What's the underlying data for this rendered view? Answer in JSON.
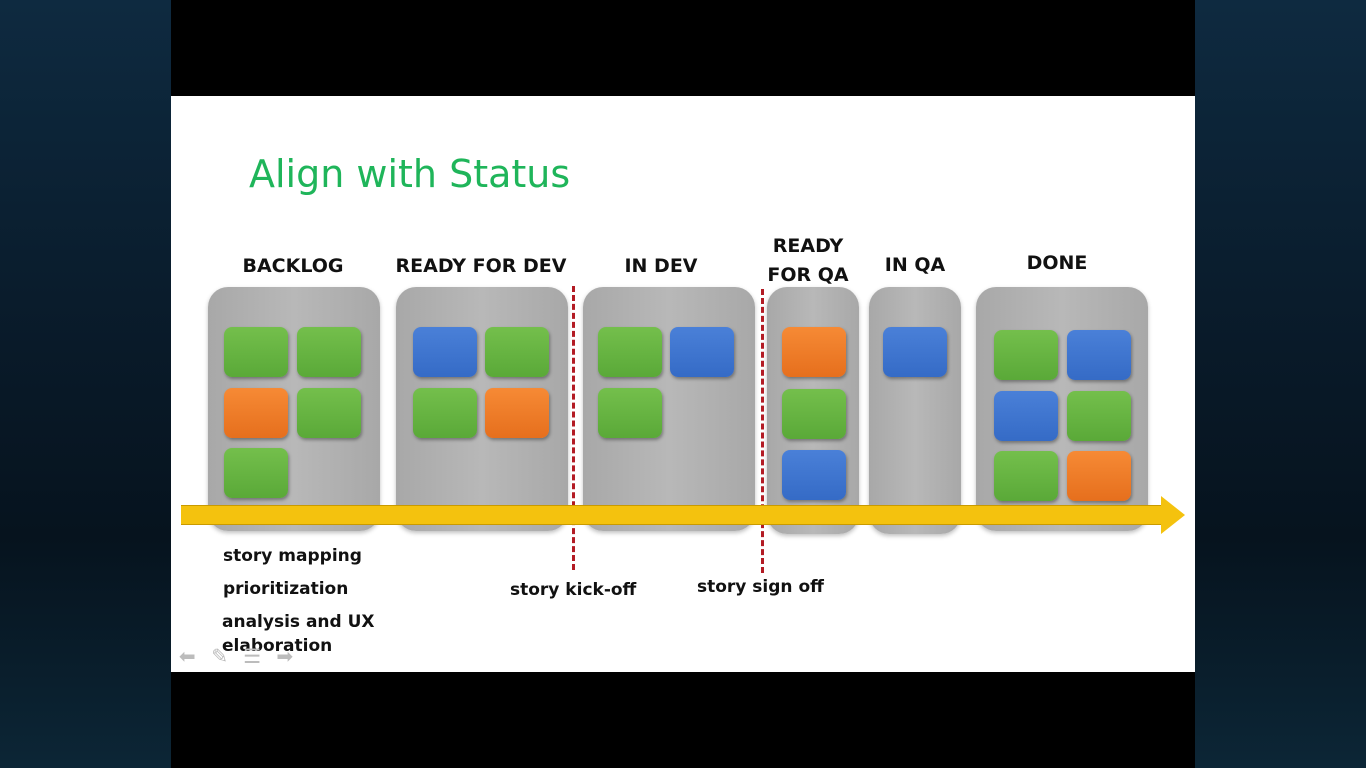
{
  "slide": {
    "title": "Align with Status"
  },
  "columns": [
    {
      "id": "backlog",
      "label_lines": [
        "BACKLOG"
      ],
      "cards": [
        "green",
        "green",
        "orange",
        "green",
        "green"
      ]
    },
    {
      "id": "ready-for-dev",
      "label_lines": [
        "READY FOR DEV"
      ],
      "cards": [
        "blue",
        "green",
        "green",
        "orange"
      ]
    },
    {
      "id": "in-dev",
      "label_lines": [
        "IN DEV"
      ],
      "cards": [
        "green",
        "blue",
        "green"
      ]
    },
    {
      "id": "ready-for-qa",
      "label_lines": [
        "READY",
        "FOR QA"
      ],
      "cards": [
        "orange",
        "green",
        "blue"
      ]
    },
    {
      "id": "in-qa",
      "label_lines": [
        "IN QA"
      ],
      "cards": [
        "blue"
      ]
    },
    {
      "id": "done",
      "label_lines": [
        "DONE"
      ],
      "cards": [
        "green",
        "blue",
        "blue",
        "green",
        "green",
        "orange"
      ]
    }
  ],
  "notes": {
    "story_mapping": "story mapping",
    "prioritization": "prioritization",
    "analysis_ux": "analysis and UX",
    "elaboration": "elaboration",
    "kickoff": "story kick-off",
    "signoff": "story sign off"
  },
  "colors": {
    "title": "#1fb55a",
    "green": "#5aa938",
    "blue": "#356bc6",
    "orange": "#e66f1d",
    "arrow": "#f4c20e",
    "divider": "#b31b24"
  },
  "controls": [
    "back-arrow-icon",
    "pencil-icon",
    "menu-icon",
    "forward-arrow-icon"
  ]
}
